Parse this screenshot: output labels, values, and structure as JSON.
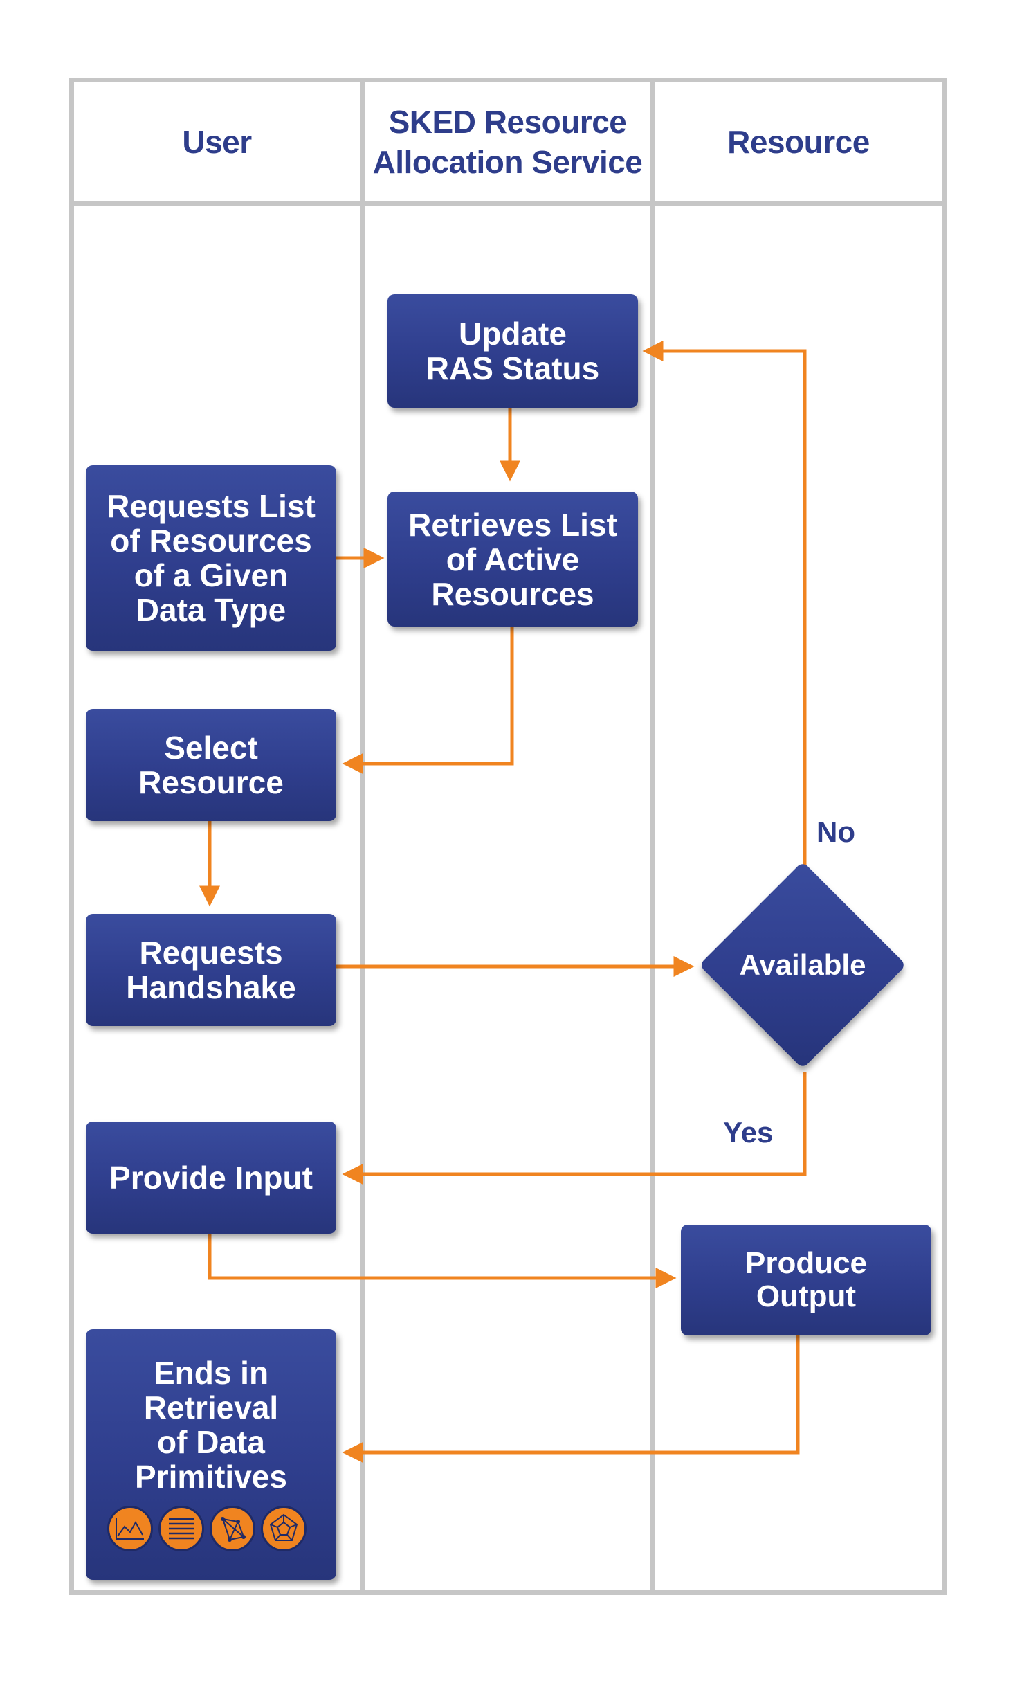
{
  "lanes": {
    "user": "User",
    "ras": "SKED Resource\nAllocation Service",
    "resource": "Resource"
  },
  "steps": {
    "update_ras_status": "Update\nRAS Status",
    "requests_list": "Requests List\nof Resources\nof a Given\nData Type",
    "retrieves_list": "Retrieves List\nof Active\nResources",
    "select_resource": "Select\nResource",
    "requests_handshake": "Requests\nHandshake",
    "available": "Available",
    "provide_input": "Provide Input",
    "produce_output": "Produce\nOutput",
    "ends_retrieval": "Ends in\nRetrieval\nof Data\nPrimitives"
  },
  "branches": {
    "no": "No",
    "yes": "Yes"
  },
  "colors": {
    "box": "#2f3e8d",
    "arrow": "#f08420",
    "frame": "#c6c6c6",
    "title": "#2e3d8b"
  },
  "icons": [
    "line-chart-icon",
    "list-lines-icon",
    "network-graph-icon",
    "mesh-polygon-icon"
  ]
}
